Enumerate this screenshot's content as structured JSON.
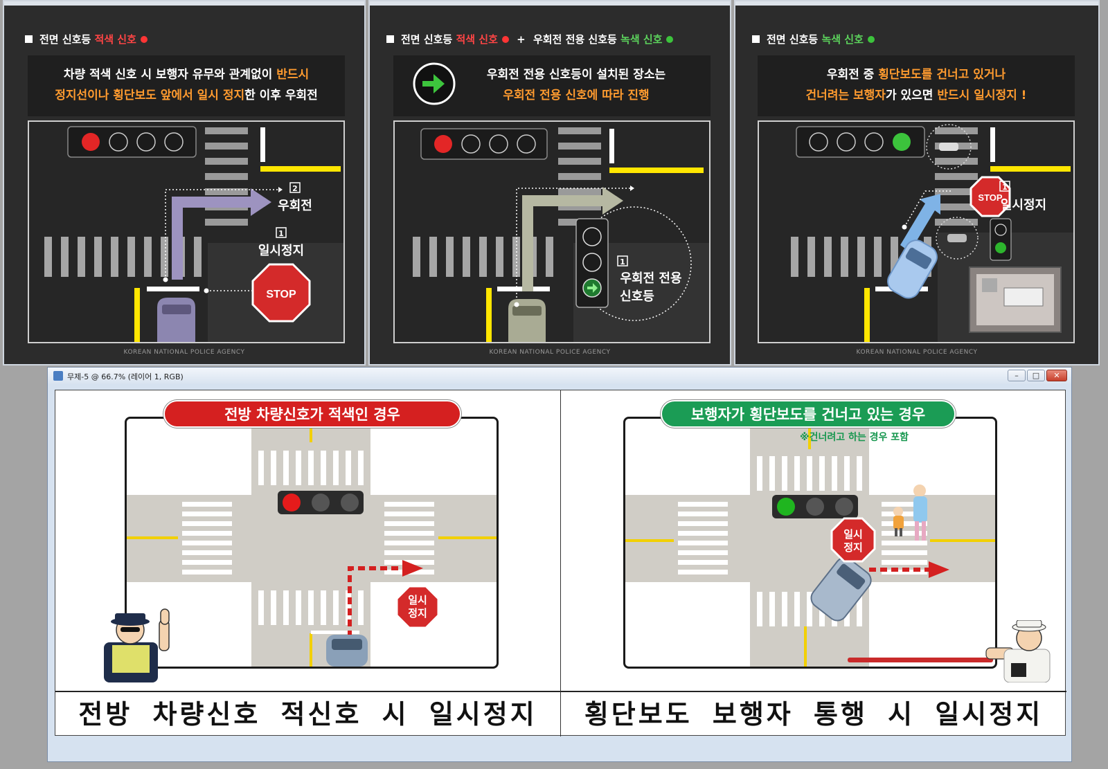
{
  "panels": [
    {
      "header_prefix": "전면 신호등",
      "header_signal": "적색 신호",
      "line1_a": "차량 적색 신호 시 보행자 유무와 관계없이 ",
      "line1_b": "반드시",
      "line2_a": "정지선이나 횡단보도 앞에서 일시 정지",
      "line2_b": "한 이후 우회전",
      "label_1": "일시정지",
      "label_2": "우회전",
      "stop_sign": "STOP",
      "agency": "KOREAN NATIONAL POLICE AGENCY"
    },
    {
      "header_prefix": "전면 신호등",
      "header_signal": "적색 신호",
      "header_plus": "+",
      "header_prefix2": "우회전 전용 신호등",
      "header_signal2": "녹색 신호",
      "line1": "우회전 전용 신호등이 설치된 장소는",
      "line2": "우회전 전용 신호에 따라 진행",
      "label_1a": "우회전 전용",
      "label_1b": "신호등",
      "agency": "KOREAN NATIONAL POLICE AGENCY"
    },
    {
      "header_prefix": "전면 신호등",
      "header_signal": "녹색 신호",
      "line1_a": "우회전 중 ",
      "line1_b": "횡단보도를 건너고 있거나",
      "line2_a": "건너려는 보행자",
      "line2_b": "가 있으면 ",
      "line2_c": "반드시 일시정지 !",
      "label_1": "일시정지",
      "stop_sign": "STOP",
      "agency": "KOREAN NATIONAL POLICE AGENCY"
    }
  ],
  "window": {
    "caption": "무제-5 @ 66.7% (레이어 1, RGB)",
    "minimize": "–",
    "maximize": "□",
    "close": "✕"
  },
  "left": {
    "banner": "전방 차량신호가 적색인 경우",
    "stop_line1": "일시",
    "stop_line2": "정지",
    "caption": "전방 차량신호 적신호 시 일시정지"
  },
  "right": {
    "banner": "보행자가 횡단보도를 건너고 있는 경우",
    "note": "※건너려고 하는 경우 포함",
    "stop_line1": "일시",
    "stop_line2": "정지",
    "caption": "횡단보도 보행자 통행 시 일시정지"
  },
  "colors": {
    "red": "#ff3535",
    "green": "#3cc33c",
    "orange": "#ff9b2f",
    "stop_red": "#d42a2a",
    "road_gray": "#d0cdc6"
  }
}
